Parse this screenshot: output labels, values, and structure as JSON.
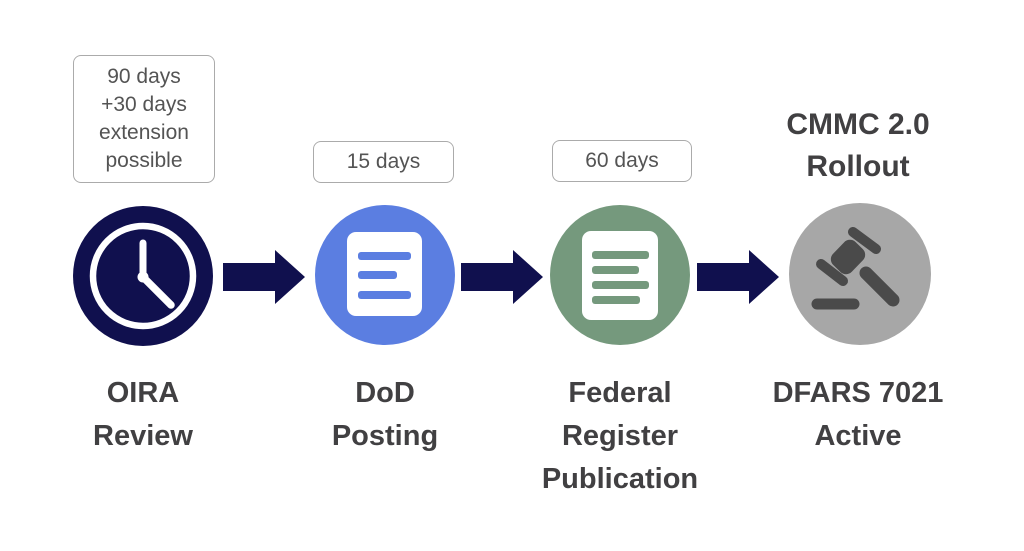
{
  "diagram": {
    "headline": "CMMC 2.0\nRollout",
    "colors": {
      "navy": "#10104E",
      "arrow": "#10104E",
      "blue": "#5B7EE1",
      "green": "#75997D",
      "gray": "#A7A7A7",
      "gavel_gray": "#4A4A4A",
      "label_text": "#414042",
      "note_text": "#545454",
      "note_border": "#ABABAB"
    },
    "steps": [
      {
        "id": "oira-review",
        "note": "90 days\n+30 days\nextension\npossible",
        "label": "OIRA\nReview",
        "icon": "clock-icon",
        "color": "#10104E"
      },
      {
        "id": "dod-posting",
        "note": "15 days",
        "label": "DoD\nPosting",
        "icon": "document-icon",
        "color": "#5B7EE1"
      },
      {
        "id": "federal-register-publication",
        "note": "60 days",
        "label": "Federal\nRegister\nPublication",
        "icon": "document-icon",
        "color": "#75997D"
      },
      {
        "id": "dfars-7021-active",
        "note": "",
        "label": "DFARS 7021\nActive",
        "icon": "gavel-icon",
        "color": "#A7A7A7"
      }
    ]
  }
}
